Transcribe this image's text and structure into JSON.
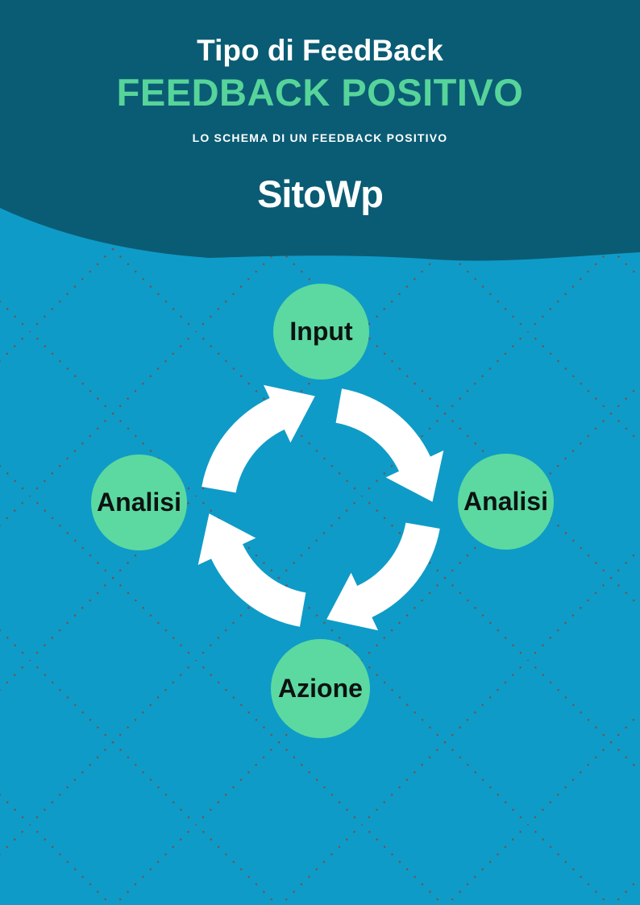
{
  "header": {
    "title": "Tipo di FeedBack",
    "heading": "FEEDBACK POSITIVO",
    "subtitle": "LO SCHEMA DI UN FEEDBACK POSITIVO",
    "logo": "SitoWp"
  },
  "diagram": {
    "type": "cycle",
    "direction": "clockwise",
    "center_icon": "cycle-arrows",
    "nodes": [
      {
        "label": "Input",
        "position": "top"
      },
      {
        "label": "Analisi",
        "position": "right"
      },
      {
        "label": "Azione",
        "position": "bottom"
      },
      {
        "label": "Analisi",
        "position": "left"
      }
    ]
  },
  "colors": {
    "header_background": "#0a5c74",
    "page_background": "#0f9bc7",
    "heading_green": "#57d49a",
    "node_green": "#5cd9a0",
    "node_text": "#0d1212",
    "arrow_white": "#ffffff",
    "pattern_dot": "#7c4a3e",
    "header_text": "#ffffff"
  }
}
